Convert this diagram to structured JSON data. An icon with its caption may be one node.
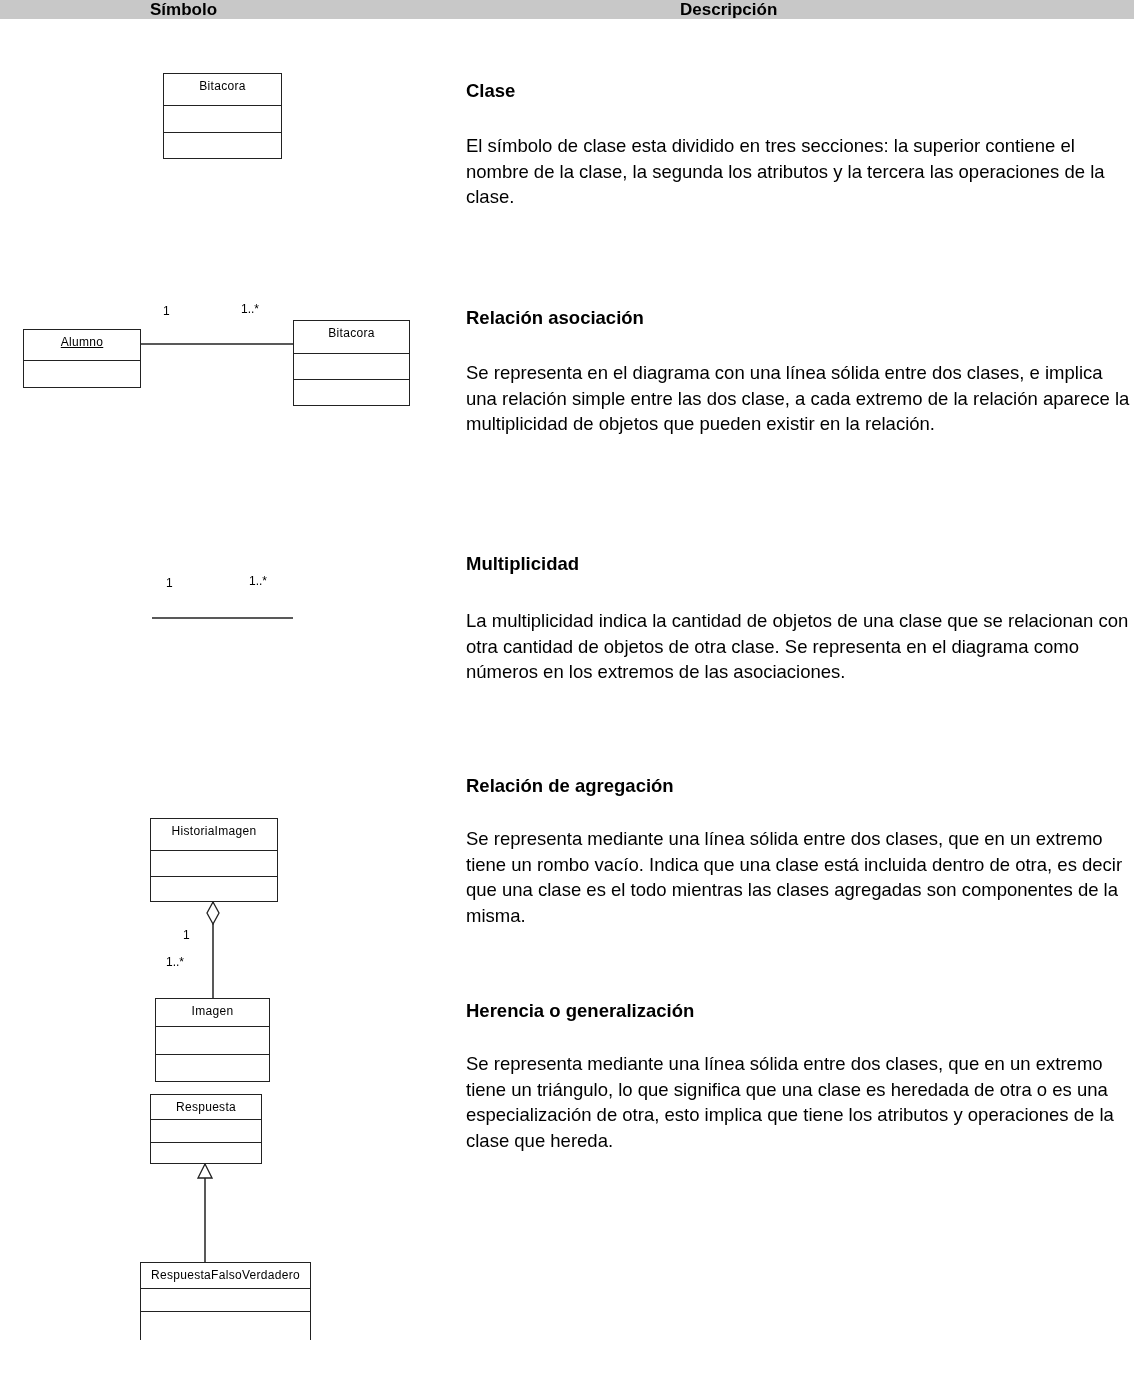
{
  "diagram": {
    "nodes": [
      {
        "text": [
          "Bitacora"
        ]
      },
      {
        "text": [
          "Alumno"
        ]
      },
      {
        "text": [
          "Bitacora"
        ]
      },
      {
        "text": [
          "HistoriaImagen"
        ]
      },
      {
        "text": [
          "Imagen"
        ]
      },
      {
        "text": [
          "Respuesta"
        ]
      },
      {
        "text": [
          "RespuestaFalsoVerdadero"
        ]
      }
    ],
    "edges": [
      {
        "from": 1,
        "to": 2,
        "arrow": "none"
      },
      {
        "from": 4,
        "to": 3,
        "arrow": "other"
      },
      {
        "from": 6,
        "to": 5,
        "arrow": "to"
      }
    ],
    "labels": [
      "Símbolo",
      "Descripción",
      "Clase",
      "El símbolo de clase esta dividido en tres secciones: la superior contiene el nombre de la clase, la segunda los atributos y la tercera las operaciones de la clase.",
      "1",
      "1..*",
      "Relación asociación",
      "Se representa en el diagrama con una línea sólida entre dos clases, e implica una relación simple entre las dos clase, a cada extremo de la relación aparece la multiplicidad de objetos que pueden existir en la relación.",
      "1",
      "1..*",
      "Multiplicidad",
      "La multiplicidad indica la cantidad de objetos de una clase que se relacionan con otra cantidad de objetos de otra clase. Se representa en el diagrama como números en los extremos de las asociaciones.",
      "1",
      "1..*",
      "Relación de agregación",
      "Se representa mediante una línea sólida entre dos clases, que en un extremo tiene un rombo vacío. Indica que una clase está incluida dentro de otra, es decir que una clase es el todo mientras las clases agregadas son componentes de la misma.",
      "Herencia o generalización",
      "Se representa mediante una línea sólida entre dos clases, que en un extremo tiene un triángulo, lo que significa que una clase es heredada de otra o es una especialización de otra, esto implica que tiene los atributos y operaciones de la clase que hereda."
    ]
  }
}
